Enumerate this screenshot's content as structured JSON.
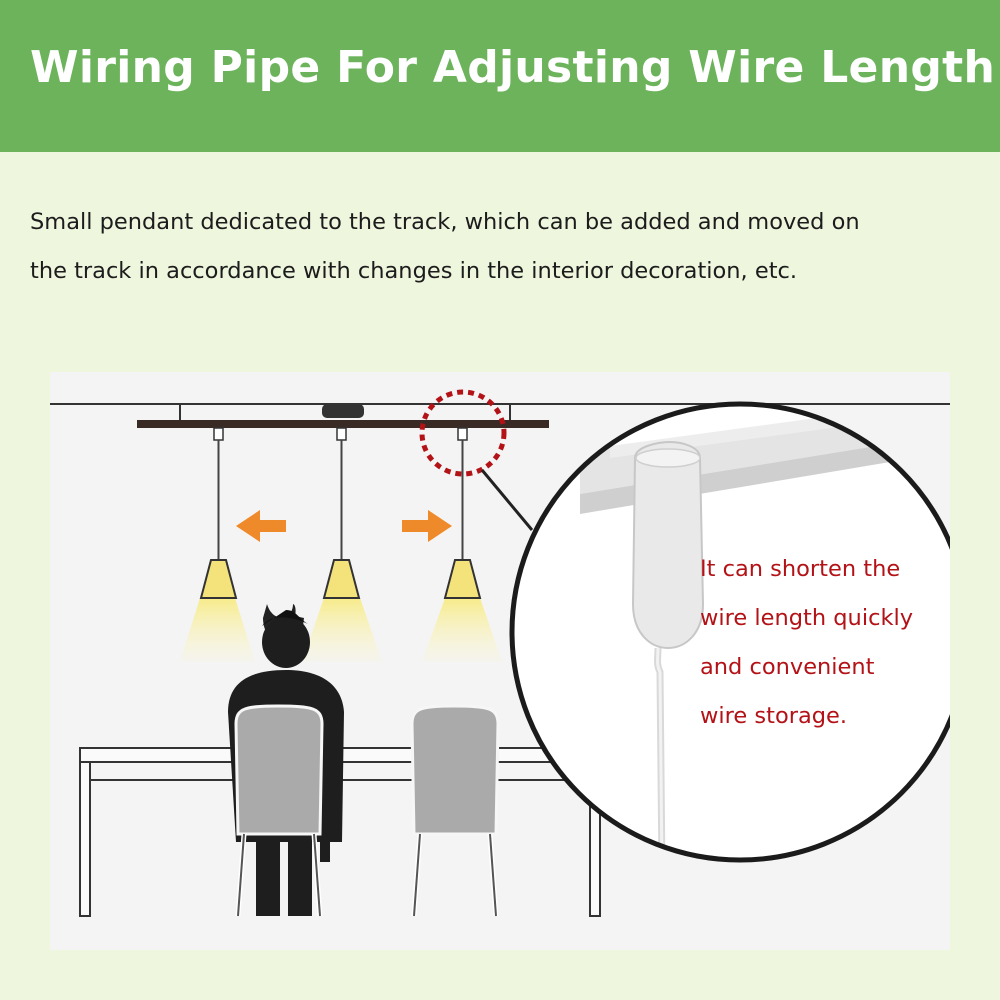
{
  "header": {
    "title": "Wiring Pipe For Adjusting Wire Length",
    "background": "#6db35c"
  },
  "description": {
    "lines": [
      "Small pendant dedicated to the track, which can be added and moved on",
      "the track in accordance with changes in the interior decoration, etc."
    ]
  },
  "illustration": {
    "pendant_count": 3,
    "arrow_color": "#ef8a2a",
    "highlight_circle_color": "#b31217",
    "light_glow_color": "#f7eb8a",
    "icons": [
      "track-rail",
      "pendant-lamp",
      "left-arrow",
      "right-arrow",
      "person",
      "chair",
      "table",
      "zoom-circle"
    ]
  },
  "callout": {
    "lines": [
      "It can shorten the",
      "wire length quickly",
      "and convenient",
      "wire storage."
    ],
    "color": "#b31217"
  }
}
